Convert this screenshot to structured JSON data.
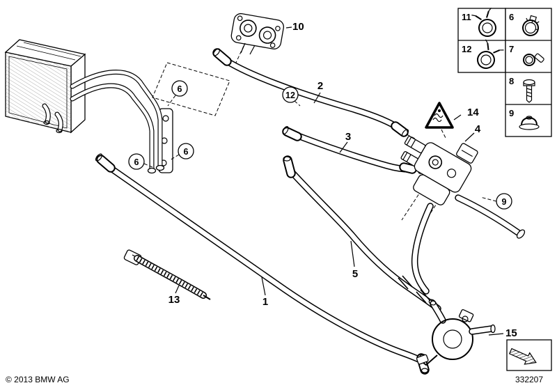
{
  "page": {
    "background": "#ffffff",
    "line_color": "#000000"
  },
  "footer": {
    "copyright": "© 2013 BMW AG",
    "diagram_number": "332207"
  },
  "callouts": {
    "n1": "1",
    "n2": "2",
    "n3": "3",
    "n4": "4",
    "n5": "5",
    "n6": "6",
    "n9": "9",
    "n10": "10",
    "n12": "12",
    "n13": "13",
    "n14": "14",
    "n15": "15"
  },
  "legend": {
    "items": [
      {
        "label": "11",
        "icon": "spring-band-clamp-icon"
      },
      {
        "label": "6",
        "icon": "hose-clamp-icon"
      },
      {
        "label": "12",
        "icon": "spring-band-clamp-icon"
      },
      {
        "label": "7",
        "icon": "profile-clamp-icon"
      },
      {
        "label": "8",
        "icon": "screw-icon"
      },
      {
        "label": "9",
        "icon": "grommet-icon"
      }
    ]
  }
}
